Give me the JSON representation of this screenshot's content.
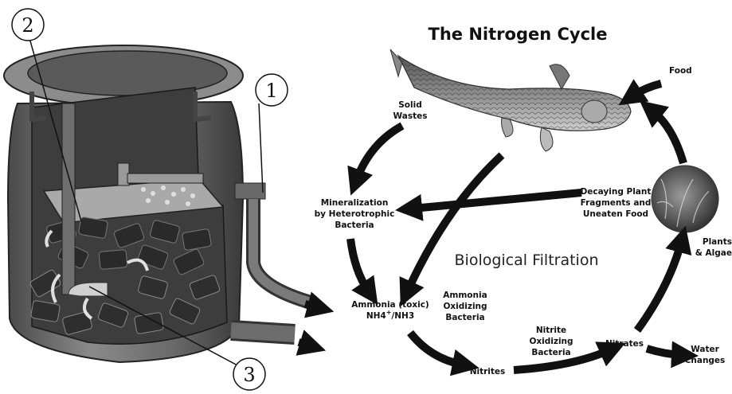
{
  "title": "The Nitrogen Cycle",
  "center_label": "Biological Filtration",
  "callouts": [
    "1",
    "2",
    "3"
  ],
  "nodes": {
    "food": "Food",
    "solid_wastes": [
      "Solid",
      "Wastes"
    ],
    "mineralization": [
      "Mineralization",
      "by Heterotrophic",
      "Bacteria"
    ],
    "decaying": [
      "Decaying Plant",
      "Fragments and",
      "Uneaten Food"
    ],
    "plants": [
      "Plants",
      "& Algae"
    ],
    "ammonia": [
      "Ammonia (toxic)",
      "NH4",
      "+",
      "/NH3"
    ],
    "ammonia_oxidizing": [
      "Ammonia",
      "Oxidizing",
      "Bacteria"
    ],
    "nitrite_oxidizing": [
      "Nitrite",
      "Oxidizing",
      "Bacteria"
    ],
    "nitrites": "Nitrites",
    "nitrates": "Nitrates",
    "water_changes": [
      "Water",
      "Changes"
    ]
  }
}
